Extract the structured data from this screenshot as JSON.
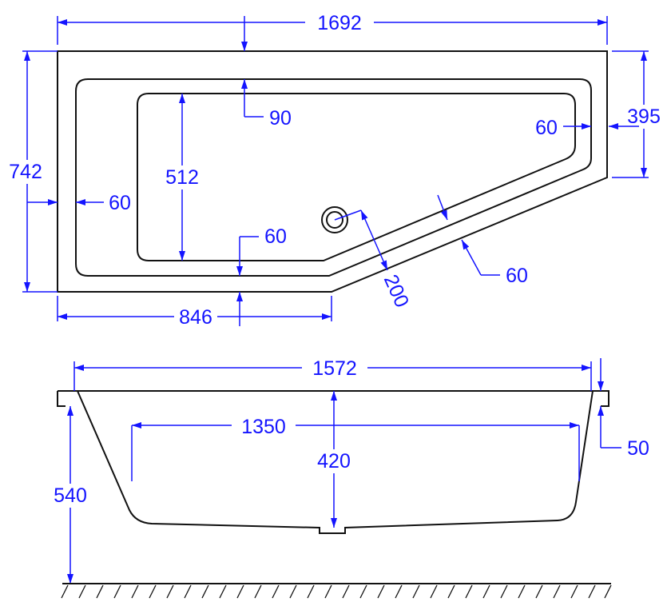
{
  "title": "Bathtub technical drawing",
  "top_view": {
    "overall_length": "1692",
    "overall_width": "742",
    "rim_top": "90",
    "rim_left": "60",
    "inner_width": "512",
    "rim_bottom": "60",
    "bottom_straight_length": "846",
    "right_end_width": "395",
    "rim_right": "60",
    "rim_diagonal": "60",
    "drain_offset": "200"
  },
  "side_view": {
    "top_length": "1572",
    "bottom_length": "1350",
    "depth": "420",
    "height": "540",
    "rim_thickness": "50"
  },
  "colors": {
    "dimension": "#1414ff",
    "outline": "#111111"
  }
}
